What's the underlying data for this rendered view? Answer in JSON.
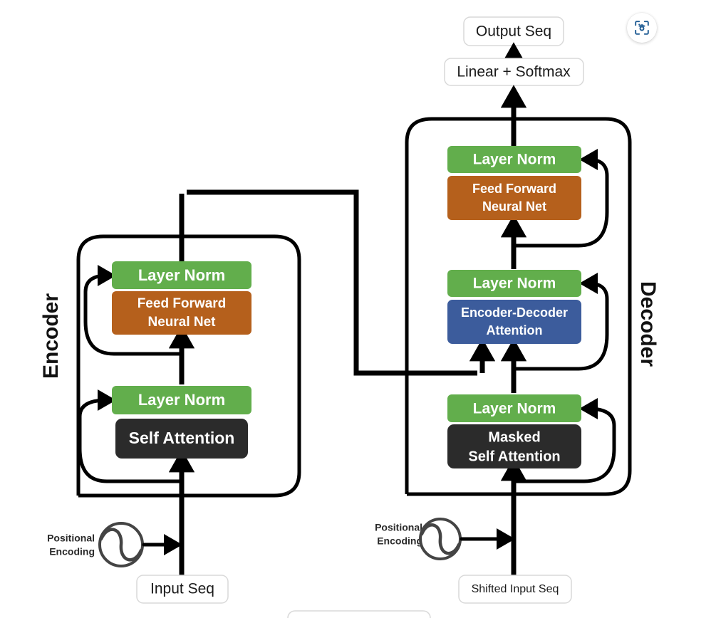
{
  "figure": {
    "title": "Transformer Encoder-Decoder Architecture Diagram",
    "colors": {
      "layer_norm_green": "#62AE4C",
      "feed_forward_orange": "#B5601C",
      "attention_dark": "#2B2B2B",
      "encoder_decoder_attention_blue": "#3C5C9C",
      "wire_black": "#000000",
      "pill_border": "#D9D9D9",
      "background": "#FFFFFF",
      "lens_icon_blue": "#1F5C94"
    }
  },
  "overlay": {
    "lens_button": {
      "icon": "visual-search-lens-icon",
      "label": ""
    }
  },
  "top": {
    "output_seq": "Output Seq",
    "linear_softmax": "Linear + Softmax"
  },
  "encoder": {
    "side_label": "Encoder",
    "blocks": [
      {
        "id": "enc-ln-top",
        "label": "Layer Norm",
        "color": "#62AE4C"
      },
      {
        "id": "enc-ffn",
        "label": "Feed Forward\nNeural Net",
        "color": "#B5601C",
        "line1": "Feed Forward",
        "line2": "Neural Net"
      },
      {
        "id": "enc-ln-bot",
        "label": "Layer Norm",
        "color": "#62AE4C"
      },
      {
        "id": "enc-attn",
        "label": "Self Attention",
        "color": "#2B2B2B"
      }
    ],
    "positional_encoding": {
      "line1": "Positional",
      "line2": "Encoding",
      "icon": "sine-wave-circle-icon"
    },
    "input": "Input Seq"
  },
  "decoder": {
    "side_label": "Decoder",
    "blocks": [
      {
        "id": "dec-ln-top",
        "label": "Layer Norm",
        "color": "#62AE4C"
      },
      {
        "id": "dec-ffn",
        "label": "Feed Forward\nNeural Net",
        "color": "#B5601C",
        "line1": "Feed Forward",
        "line2": "Neural Net"
      },
      {
        "id": "dec-ln-mid",
        "label": "Layer Norm",
        "color": "#62AE4C"
      },
      {
        "id": "dec-xattn",
        "label": "Encoder-Decoder\nAttention",
        "color": "#3C5C9C",
        "line1": "Encoder-Decoder",
        "line2": "Attention"
      },
      {
        "id": "dec-ln-bot",
        "label": "Layer Norm",
        "color": "#62AE4C"
      },
      {
        "id": "dec-mattn",
        "label": "Masked\nSelf Attention",
        "color": "#2B2B2B",
        "line1": "Masked",
        "line2": "Self Attention"
      }
    ],
    "positional_encoding": {
      "line1": "Positional",
      "line2": "Encoding",
      "icon": "sine-wave-circle-icon"
    },
    "input": "Shifted Input Seq"
  }
}
